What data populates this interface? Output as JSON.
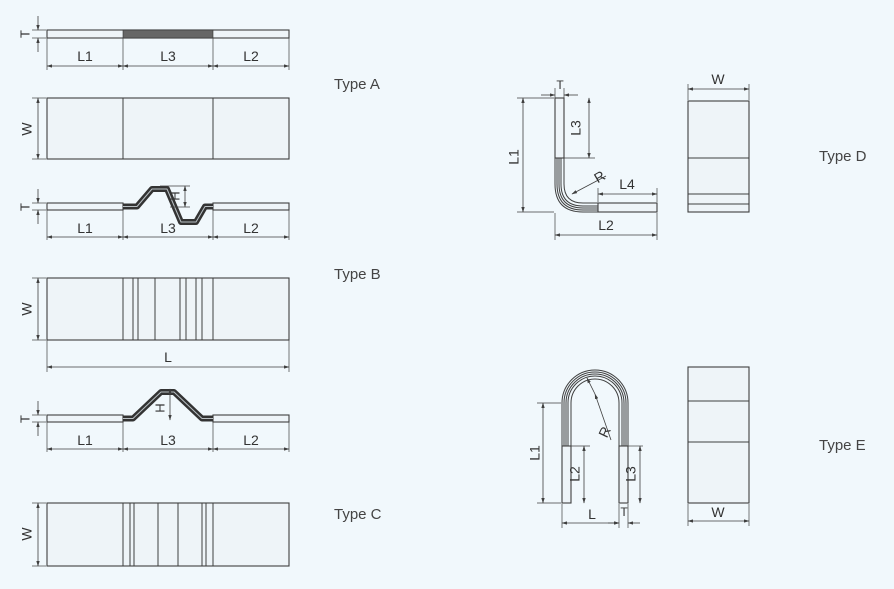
{
  "type_labels": {
    "a": "Type A",
    "b": "Type B",
    "c": "Type C",
    "d": "Type D",
    "e": "Type E"
  },
  "dims": {
    "t": "T",
    "w": "W",
    "h": "H",
    "l": "L",
    "l1": "L1",
    "l2": "L2",
    "l3": "L3",
    "l4": "L4",
    "r": "R"
  },
  "colors": {
    "background": "#f1f8fc",
    "line": "#3f3f3f",
    "laminate": "#555555"
  }
}
